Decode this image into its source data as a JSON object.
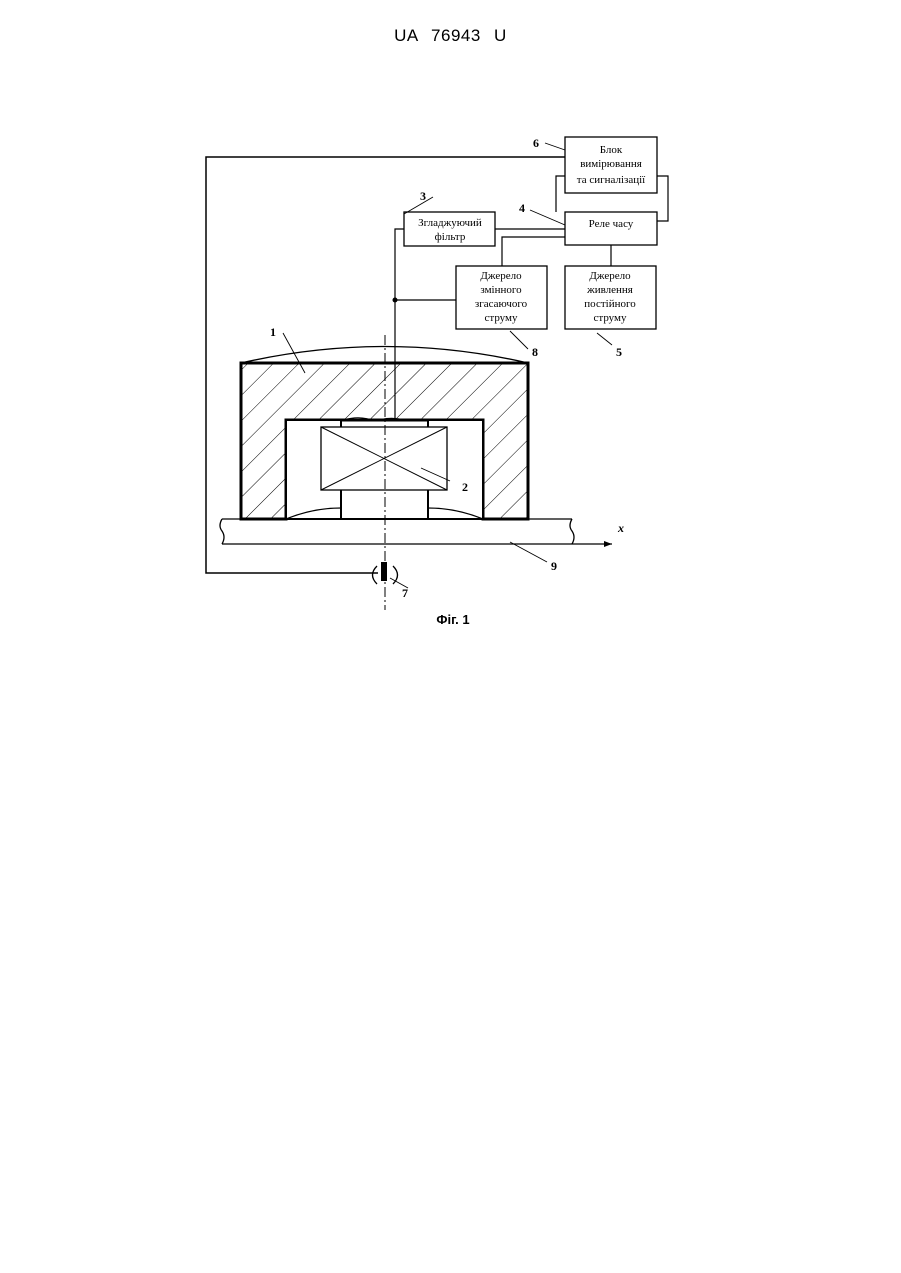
{
  "header": {
    "patent_number": "UA   76943   U"
  },
  "figure": {
    "caption": "Фіг. 1",
    "blocks": {
      "measure": [
        "Блок",
        "вимірювання",
        "та сигналізації"
      ],
      "relay": [
        "Реле часу"
      ],
      "filter": [
        "Згладжуючий",
        "фільтр"
      ],
      "ac_source": [
        "Джерело",
        "змінного",
        "згасаючого",
        "струму"
      ],
      "dc_source": [
        "Джерело",
        "живлення",
        "постійного",
        "струму"
      ]
    },
    "numbers": {
      "n1": "1",
      "n2": "2",
      "n3": "3",
      "n4": "4",
      "n5": "5",
      "n6": "6",
      "n7": "7",
      "n8": "8",
      "n9": "9"
    },
    "axis_label": "x"
  }
}
